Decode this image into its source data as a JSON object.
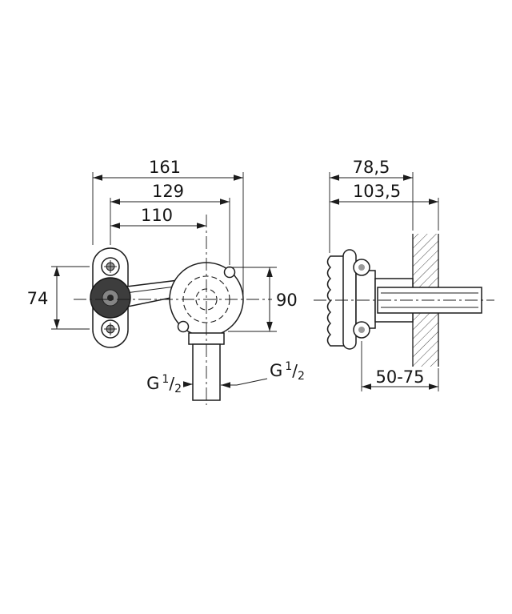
{
  "drawing": {
    "kind": "technical-installation-drawing",
    "views": [
      "front",
      "side"
    ]
  },
  "dims": {
    "w_outer": "161",
    "w_mid": "129",
    "w_inner": "110",
    "h_left": "74",
    "h_right": "90",
    "d_top": "78,5",
    "d_mid": "103,5",
    "d_range": "50-75"
  },
  "thread": {
    "prefix": "G",
    "num": "1",
    "slash": "/",
    "den": "2"
  },
  "colors": {
    "line": "#1c1c1c",
    "knob_fill": "#3d3d3d",
    "knob_ring": "#858585",
    "hole_fill": "#9a9a9a"
  }
}
